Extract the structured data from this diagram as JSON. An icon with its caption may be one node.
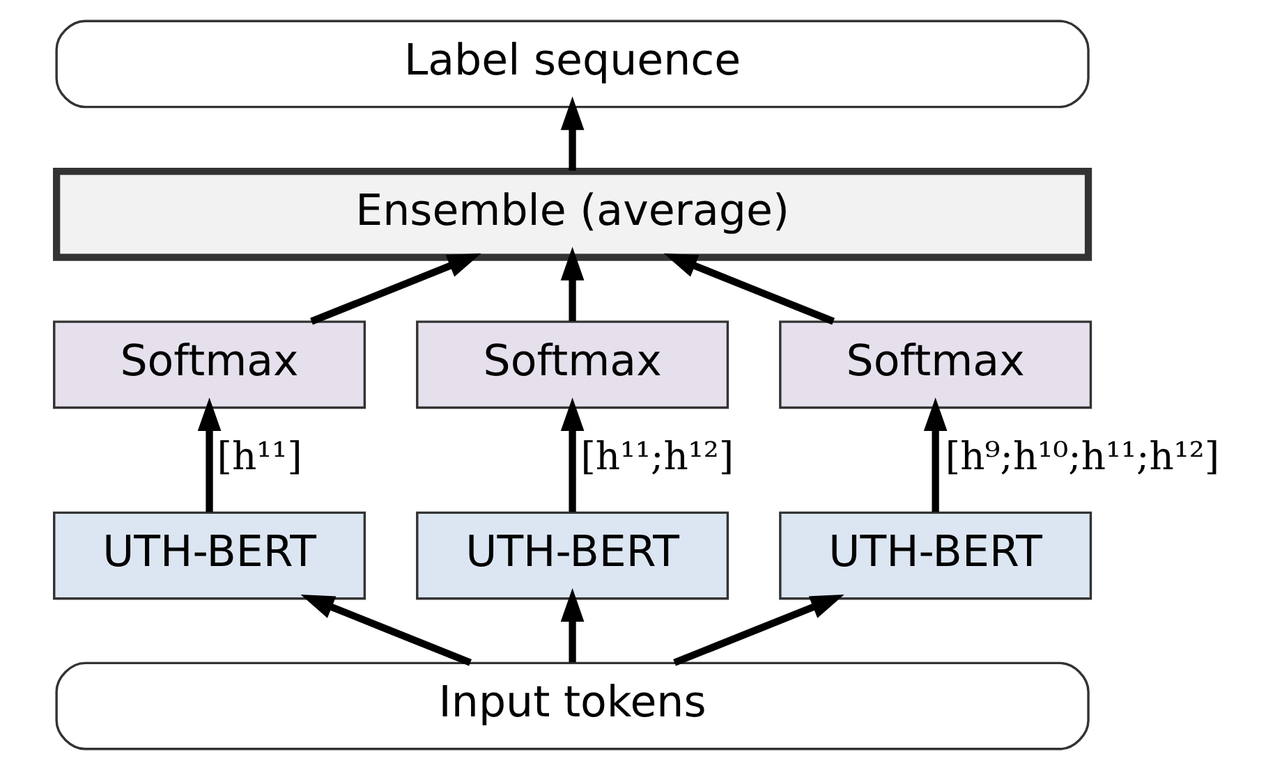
{
  "diagram": {
    "nodes": [
      {
        "text": [
          "Label sequence"
        ]
      },
      {
        "text": [
          "Ensemble (average)"
        ]
      },
      {
        "text": [
          "Softmax"
        ]
      },
      {
        "text": [
          "Softmax"
        ]
      },
      {
        "text": [
          "Softmax"
        ]
      },
      {
        "text": [
          "UTH-BERT"
        ]
      },
      {
        "text": [
          "UTH-BERT"
        ]
      },
      {
        "text": [
          "UTH-BERT"
        ]
      },
      {
        "text": [
          "Input tokens"
        ]
      }
    ],
    "edges": [
      {
        "from": 1,
        "to": 0,
        "arrow": "to"
      },
      {
        "from": 2,
        "to": 1,
        "arrow": "to"
      },
      {
        "from": 3,
        "to": 1,
        "arrow": "to"
      },
      {
        "from": 4,
        "to": 1,
        "arrow": "to"
      },
      {
        "from": 5,
        "to": 2,
        "arrow": "to",
        "label": "[h¹¹]"
      },
      {
        "from": 6,
        "to": 3,
        "arrow": "to",
        "label": "[h¹¹;h¹²]"
      },
      {
        "from": 7,
        "to": 4,
        "arrow": "to",
        "label": "[h⁹;h¹⁰;h¹¹;h¹²]"
      },
      {
        "from": 8,
        "to": 5,
        "arrow": "to"
      },
      {
        "from": 8,
        "to": 6,
        "arrow": "to"
      },
      {
        "from": 8,
        "to": 7,
        "arrow": "to"
      }
    ]
  }
}
